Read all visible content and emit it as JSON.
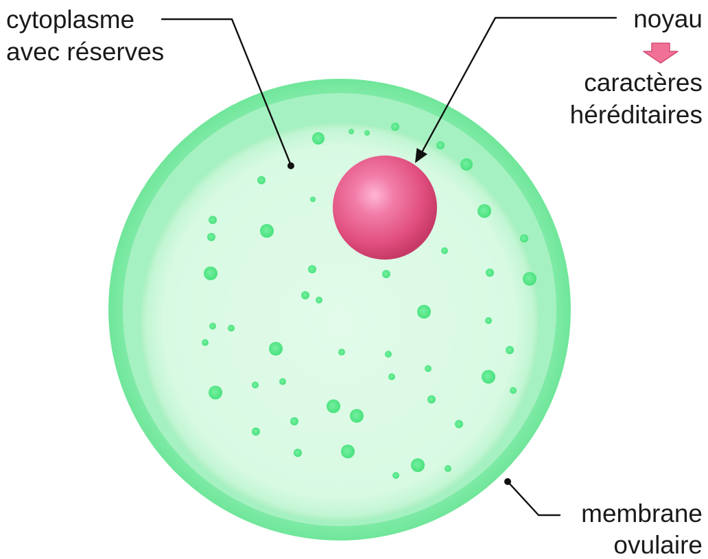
{
  "labels": {
    "cytoplasm_line1": "cytoplasme",
    "cytoplasm_line2": "avec réserves",
    "nucleus": "noyau",
    "heredity_line1": "caractères",
    "heredity_line2": "héréditaires",
    "membrane_line1": "membrane",
    "membrane_line2": "ovulaire"
  },
  "colors": {
    "membrane_outer": "#7ee8a4",
    "membrane_inner": "#a9f2c4",
    "cytoplasm": "#dcfbe6",
    "reserve_granules": "#5ee88c",
    "nucleus": "#e5507f",
    "nucleus_highlight": "#ffb3d3",
    "arrow_pink": "#ef6b8c"
  }
}
